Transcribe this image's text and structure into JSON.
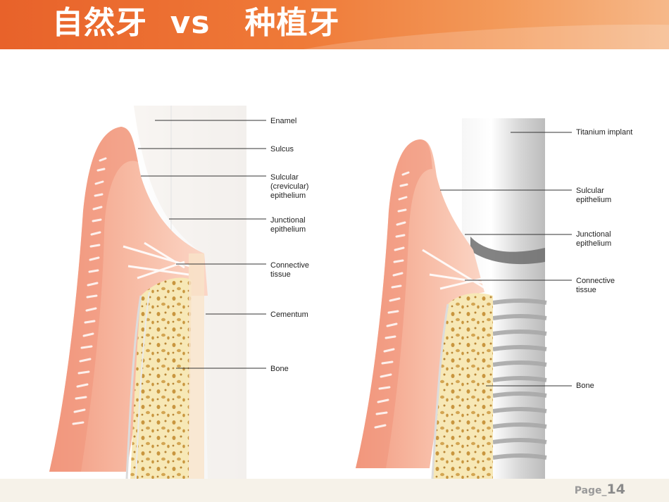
{
  "header": {
    "title": "自然牙  vs   种植牙"
  },
  "natural_tooth": {
    "labels": {
      "enamel": "Enamel",
      "sulcus": "Sulcus",
      "sulcular_1": "Sulcular",
      "sulcular_2": "(crevicular)",
      "sulcular_3": "epithelium",
      "junctional_1": "Junctional",
      "junctional_2": "epithelium",
      "connective_1": "Connective",
      "connective_2": "tissue",
      "cementum": "Cementum",
      "bone": "Bone"
    }
  },
  "implant": {
    "labels": {
      "titanium": "Titanium implant",
      "sulcular_1": "Sulcular",
      "sulcular_2": "epithelium",
      "junctional_1": "Junctional",
      "junctional_2": "epithelium",
      "connective_1": "Connective",
      "connective_2": "tissue",
      "bone": "Bone"
    }
  },
  "footer": {
    "page_prefix": "Page_",
    "page_number": "14"
  },
  "colors": {
    "header_orange": "#e8622a",
    "gum_pink": "#f4a489",
    "gum_dark": "#e9856a",
    "bone_yellow": "#f6e7b0",
    "titanium_gray": "#c8c8c8"
  }
}
